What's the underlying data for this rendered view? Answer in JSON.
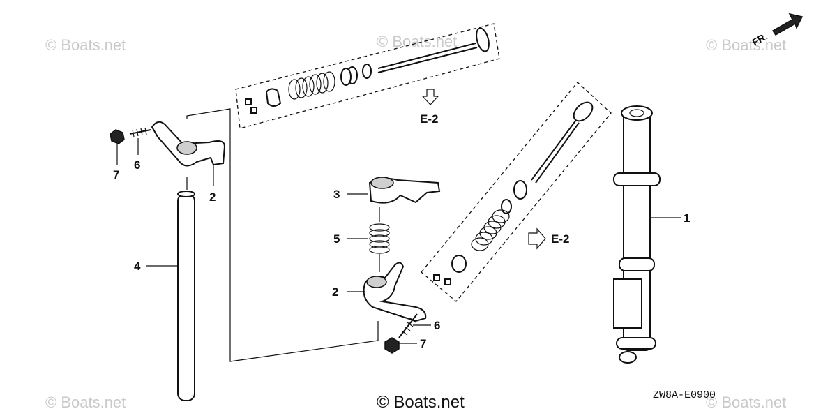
{
  "watermarks": [
    "© Boats.net",
    "© Boats.net",
    "© Boats.net",
    "© Boats.net",
    "© Boats.net"
  ],
  "copyright": "© Boats.net",
  "diagram_code": "ZW8A-E0900",
  "front_indicator": "FR.",
  "references": [
    "E-2",
    "E-2"
  ],
  "callouts": {
    "c1": "1",
    "c2_left": "2",
    "c2_center": "2",
    "c3": "3",
    "c4": "4",
    "c5": "5",
    "c6_left": "6",
    "c6_center": "6",
    "c7_left": "7",
    "c7_center": "7"
  }
}
